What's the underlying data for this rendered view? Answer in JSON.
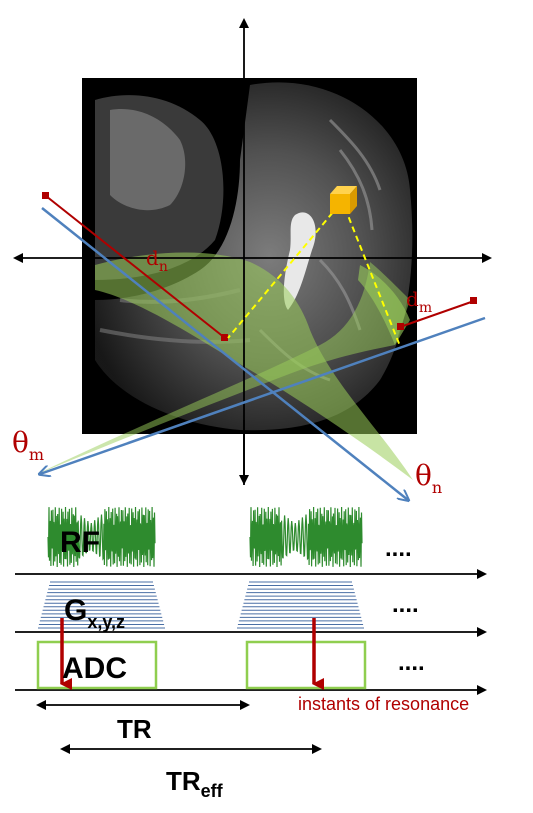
{
  "labels": {
    "d_n": "d",
    "d_n_sub": "n",
    "d_m": "d",
    "d_m_sub": "m",
    "theta_m": "θ",
    "theta_m_sub": "m",
    "theta_n": "θ",
    "theta_n_sub": "n",
    "rf": "RF",
    "gradient": "G",
    "gradient_sub": "x,y,z",
    "adc": "ADC",
    "continuation": "....",
    "instants": "instants of resonance",
    "tr": "TR",
    "tr_eff": "TR",
    "tr_eff_sub": "eff"
  },
  "colors": {
    "red": "#b00000",
    "blue": "#4f81bd",
    "green_fill": "#9acd5a",
    "green_wave": "#2e8b2e",
    "gradient_lines": "#4a6fa5",
    "adc_box": "#8fce4f",
    "voxel": "#f5b400",
    "dashed": "#ffff00"
  }
}
